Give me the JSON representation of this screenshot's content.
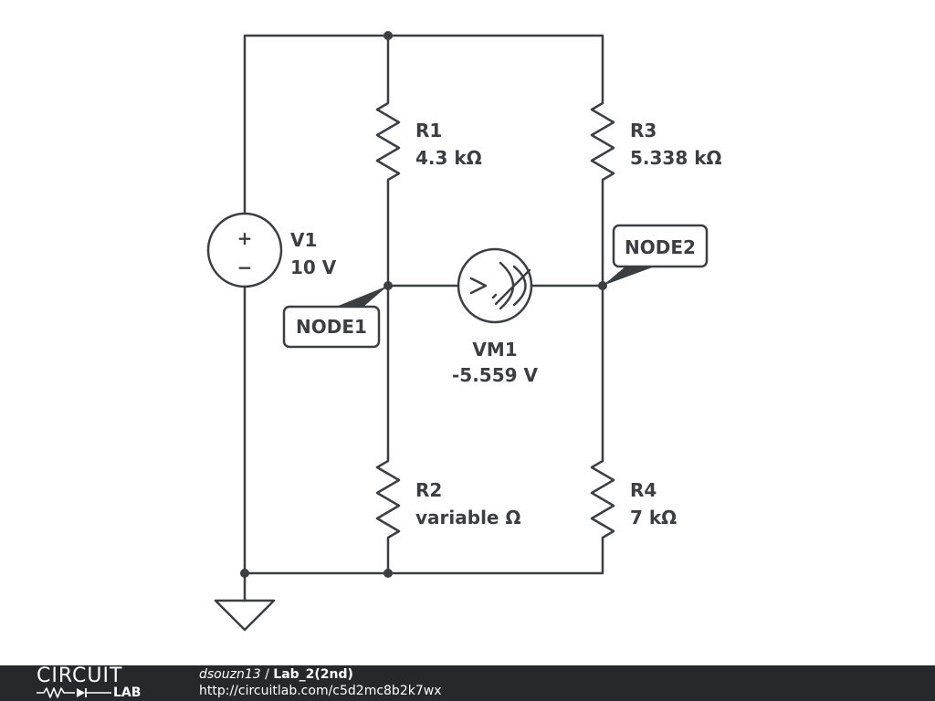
{
  "colors": {
    "ink": "#3b3f42",
    "footer_bg": "#26292c",
    "footer_text": "#ffffff"
  },
  "components": {
    "V1": {
      "name": "V1",
      "value": "10 V",
      "plus": "+",
      "minus": "−"
    },
    "R1": {
      "name": "R1",
      "value": "4.3 kΩ"
    },
    "R2": {
      "name": "R2",
      "value": "variable Ω"
    },
    "R3": {
      "name": "R3",
      "value": "5.338 kΩ"
    },
    "R4": {
      "name": "R4",
      "value": "7 kΩ"
    },
    "VM1": {
      "name": "VM1",
      "value": "-5.559 V"
    }
  },
  "nodes": {
    "node1": "NODE1",
    "node2": "NODE2"
  },
  "footer": {
    "logo_top": "CIRCUIT",
    "logo_bottom": "LAB",
    "author": "dsouzn13",
    "separator": " / ",
    "title": "Lab_2(2nd)",
    "url": "http://circuitlab.com/c5d2mc8b2k7wx"
  }
}
